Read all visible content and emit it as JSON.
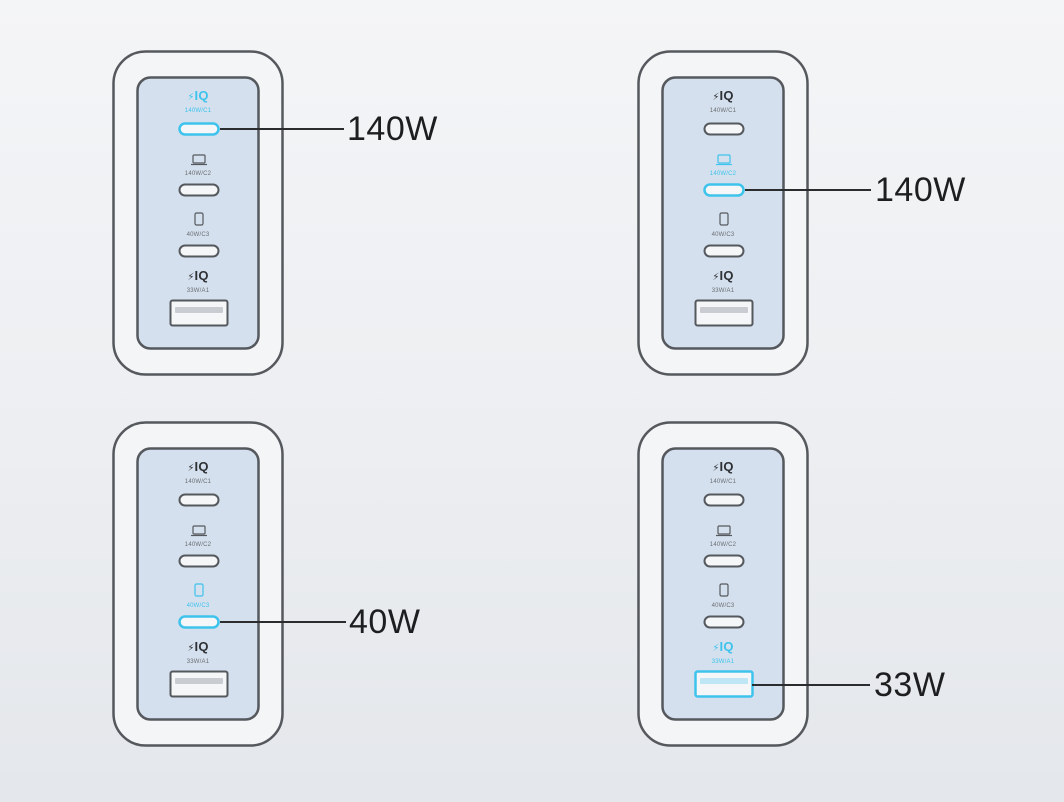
{
  "chargers": [
    {
      "id": "top-left",
      "ports": [
        {
          "icon": "iq-icon",
          "label": "140W/C1",
          "type": "usb-c"
        },
        {
          "icon": "laptop-icon",
          "label": "140W/C2",
          "type": "usb-c"
        },
        {
          "icon": "phone-icon",
          "label": "40W/C3",
          "type": "usb-c"
        },
        {
          "icon": "iq-icon",
          "label": "33W/A1",
          "type": "usb-a"
        }
      ],
      "active_port": 0,
      "callout": "140W"
    },
    {
      "id": "top-right",
      "ports": [
        {
          "icon": "iq-icon",
          "label": "140W/C1",
          "type": "usb-c"
        },
        {
          "icon": "laptop-icon",
          "label": "140W/C2",
          "type": "usb-c"
        },
        {
          "icon": "phone-icon",
          "label": "40W/C3",
          "type": "usb-c"
        },
        {
          "icon": "iq-icon",
          "label": "33W/A1",
          "type": "usb-a"
        }
      ],
      "active_port": 1,
      "callout": "140W"
    },
    {
      "id": "bottom-left",
      "ports": [
        {
          "icon": "iq-icon",
          "label": "140W/C1",
          "type": "usb-c"
        },
        {
          "icon": "laptop-icon",
          "label": "140W/C2",
          "type": "usb-c"
        },
        {
          "icon": "phone-icon",
          "label": "40W/C3",
          "type": "usb-c"
        },
        {
          "icon": "iq-icon",
          "label": "33W/A1",
          "type": "usb-a"
        }
      ],
      "active_port": 2,
      "callout": "40W"
    },
    {
      "id": "bottom-right",
      "ports": [
        {
          "icon": "iq-icon",
          "label": "140W/C1",
          "type": "usb-c"
        },
        {
          "icon": "laptop-icon",
          "label": "140W/C2",
          "type": "usb-c"
        },
        {
          "icon": "phone-icon",
          "label": "40W/C3",
          "type": "usb-c"
        },
        {
          "icon": "iq-icon",
          "label": "33W/A1",
          "type": "usb-a"
        }
      ],
      "active_port": 3,
      "callout": "33W"
    }
  ],
  "iq_text": "IQ",
  "colors": {
    "accent": "#3ec3ec",
    "outline": "#55585d",
    "panel": "#d4e0ee",
    "callout_line": "#2b2c2e"
  }
}
